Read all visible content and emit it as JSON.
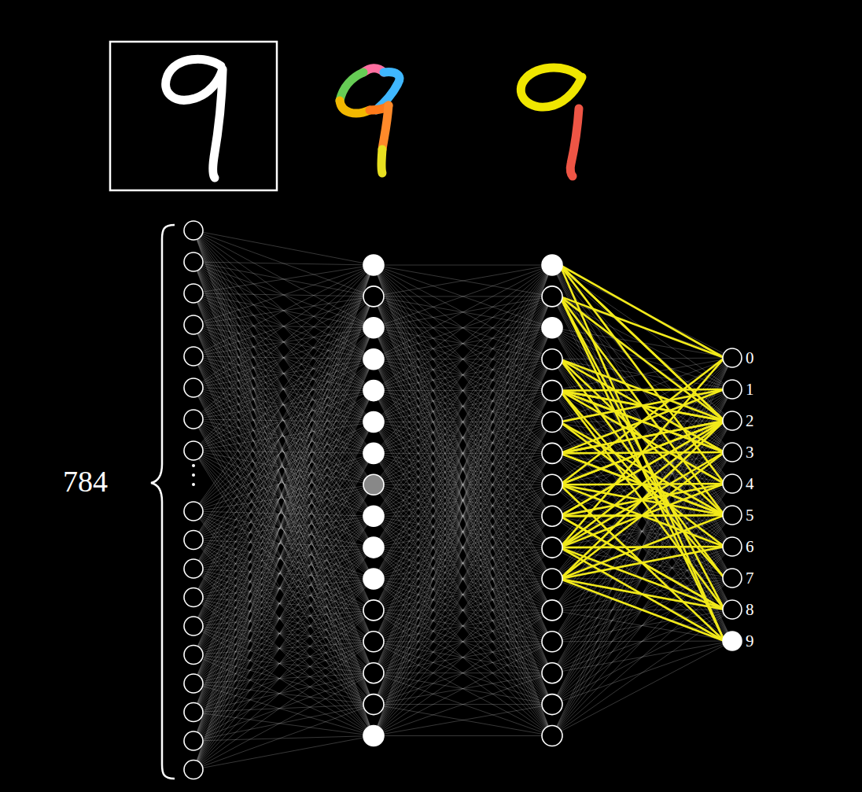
{
  "diagram": {
    "nodes": [
      {
        "text": [
          "0"
        ]
      },
      {
        "text": [
          "1"
        ]
      },
      {
        "text": [
          "2"
        ]
      },
      {
        "text": [
          "3"
        ]
      },
      {
        "text": [
          "4"
        ]
      },
      {
        "text": [
          "5"
        ]
      },
      {
        "text": [
          "6"
        ]
      },
      {
        "text": [
          "7"
        ]
      },
      {
        "text": [
          "8"
        ]
      },
      {
        "text": [
          "9"
        ]
      }
    ],
    "labels": [
      "784"
    ]
  }
}
